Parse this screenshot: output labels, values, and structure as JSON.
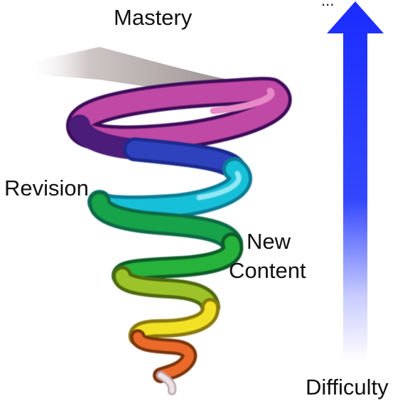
{
  "labels": {
    "mastery": "Mastery",
    "revision": "Revision",
    "new_content_line1": "New",
    "new_content_line2": "Content",
    "difficulty": "Difficulty"
  },
  "cropped_top_text": "...",
  "colors": {
    "arrow": "#1a2cff",
    "spiral": [
      "#e8d8dc",
      "#e8612a",
      "#f2e22a",
      "#1f9e3a",
      "#17c0d6",
      "#2c3fb0",
      "#5a1d86",
      "#cf4aa8",
      "#a39b9a"
    ]
  }
}
